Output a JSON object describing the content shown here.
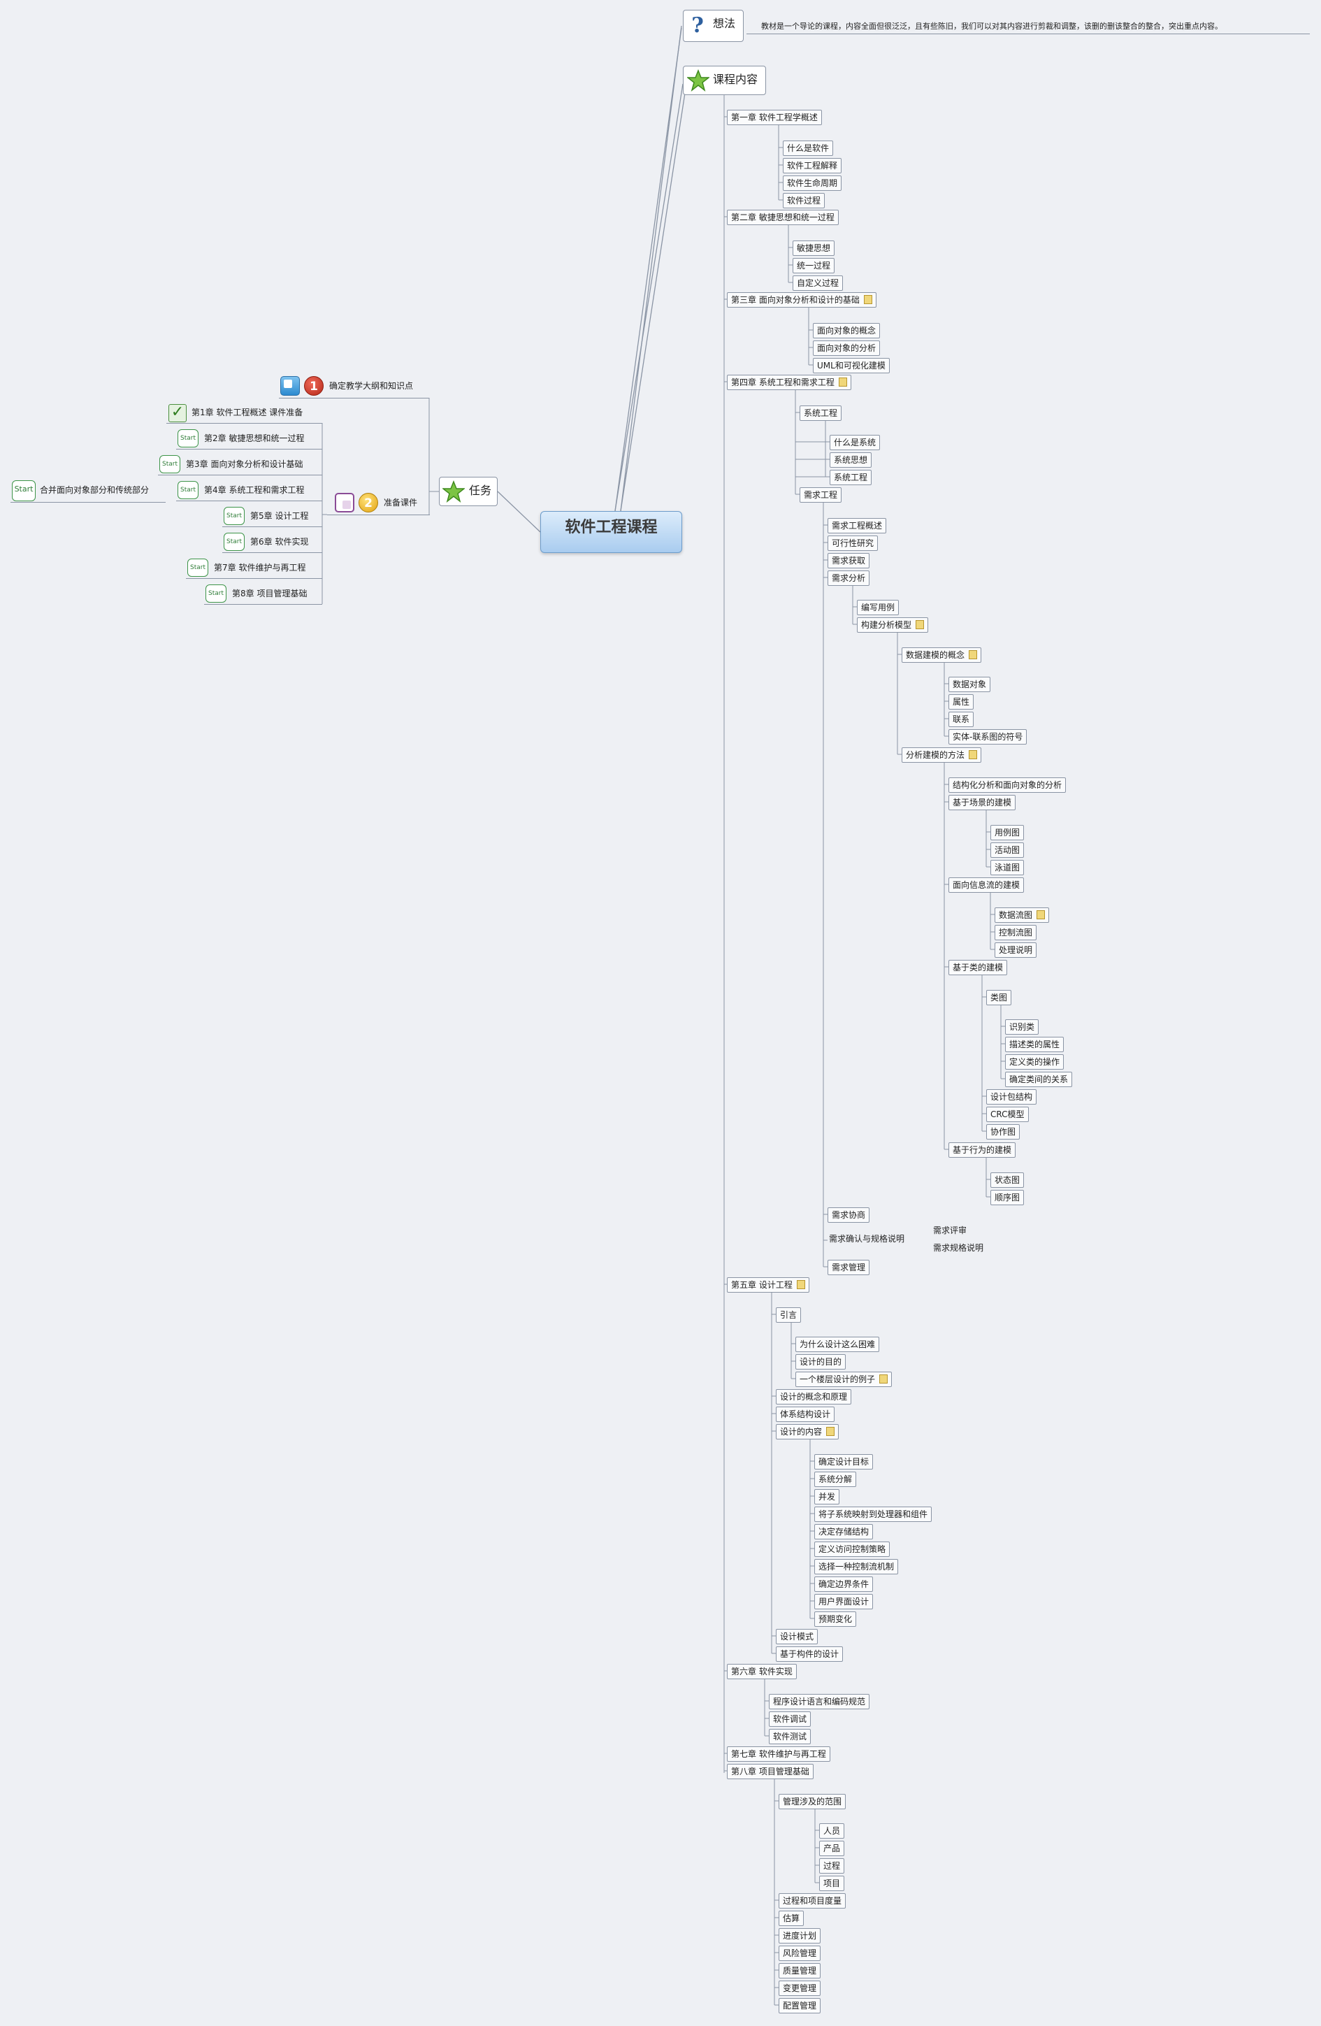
{
  "root": {
    "title": "软件工程课程"
  },
  "idea": {
    "label": "想法",
    "icon": "question-icon",
    "note": "教材是一个导论的课程，内容全面但很泛泛，且有些陈旧，我们可以对其内容进行剪裁和调整，该删的删该整合的整合，突出重点内容。"
  },
  "course": {
    "label": "课程内容",
    "icon": "star-icon"
  },
  "tasks": {
    "label": "任务",
    "icon": "star-icon",
    "task1": {
      "label": "确定教学大纲和知识点",
      "number": "1"
    },
    "task2": {
      "label": "准备课件",
      "number": "2"
    },
    "start_label": "Start",
    "chapters": [
      "第1章 软件工程概述  课件准备",
      "第2章 敏捷思想和统一过程",
      "第3章 面向对象分析和设计基础",
      "第4章 系统工程和需求工程",
      "第5章 设计工程",
      "第6章 软件实现",
      "第7章 软件维护与再工程",
      "第8章 项目管理基础"
    ],
    "merge_note": "合并面向对象部分和传统部分"
  },
  "outline": [
    "第一章 软件工程学概述",
    "什么是软件",
    "软件工程解释",
    "软件生命周期",
    "软件过程",
    "第二章 敏捷思想和统一过程",
    "敏捷思想",
    "统一过程",
    "自定义过程",
    "第三章 面向对象分析和设计的基础",
    "面向对象的概念",
    "面向对象的分析",
    "UML和可视化建模",
    "第四章 系统工程和需求工程",
    "系统工程",
    "什么是系统",
    "系统思想",
    "系统工程",
    "需求工程",
    "需求工程概述",
    "可行性研究",
    "需求获取",
    "需求分析",
    "编写用例",
    "构建分析模型",
    "数据建模的概念",
    "数据对象",
    "属性",
    "联系",
    "实体-联系图的符号",
    "分析建模的方法",
    "结构化分析和面向对象的分析",
    "基于场景的建模",
    "用例图",
    "活动图",
    "泳道图",
    "面向信息流的建模",
    "数据流图",
    "控制流图",
    "处理说明",
    "基于类的建模",
    "类图",
    "识别类",
    "描述类的属性",
    "定义类的操作",
    "确定类间的关系",
    "设计包结构",
    "CRC模型",
    "协作图",
    "基于行为的建模",
    "状态图",
    "顺序图",
    "需求协商",
    "需求确认与规格说明",
    "需求评审",
    "需求规格说明",
    "需求管理",
    "第五章 设计工程",
    "引言",
    "为什么设计这么困难",
    "设计的目的",
    "一个楼层设计的例子",
    "设计的概念和原理",
    "体系结构设计",
    "设计的内容",
    "确定设计目标",
    "系统分解",
    "并发",
    "将子系统映射到处理器和组件",
    "决定存储结构",
    "定义访问控制策略",
    "选择一种控制流机制",
    "确定边界条件",
    "用户界面设计",
    "预期变化",
    "设计模式",
    "基于构件的设计",
    "第六章 软件实现",
    "程序设计语言和编码规范",
    "软件调试",
    "软件测试",
    "第七章 软件维护与再工程",
    "第八章 项目管理基础",
    "管理涉及的范围",
    "人员",
    "产品",
    "过程",
    "项目",
    "过程和项目度量",
    "估算",
    "进度计划",
    "风险管理",
    "质量管理",
    "变更管理",
    "配置管理"
  ]
}
